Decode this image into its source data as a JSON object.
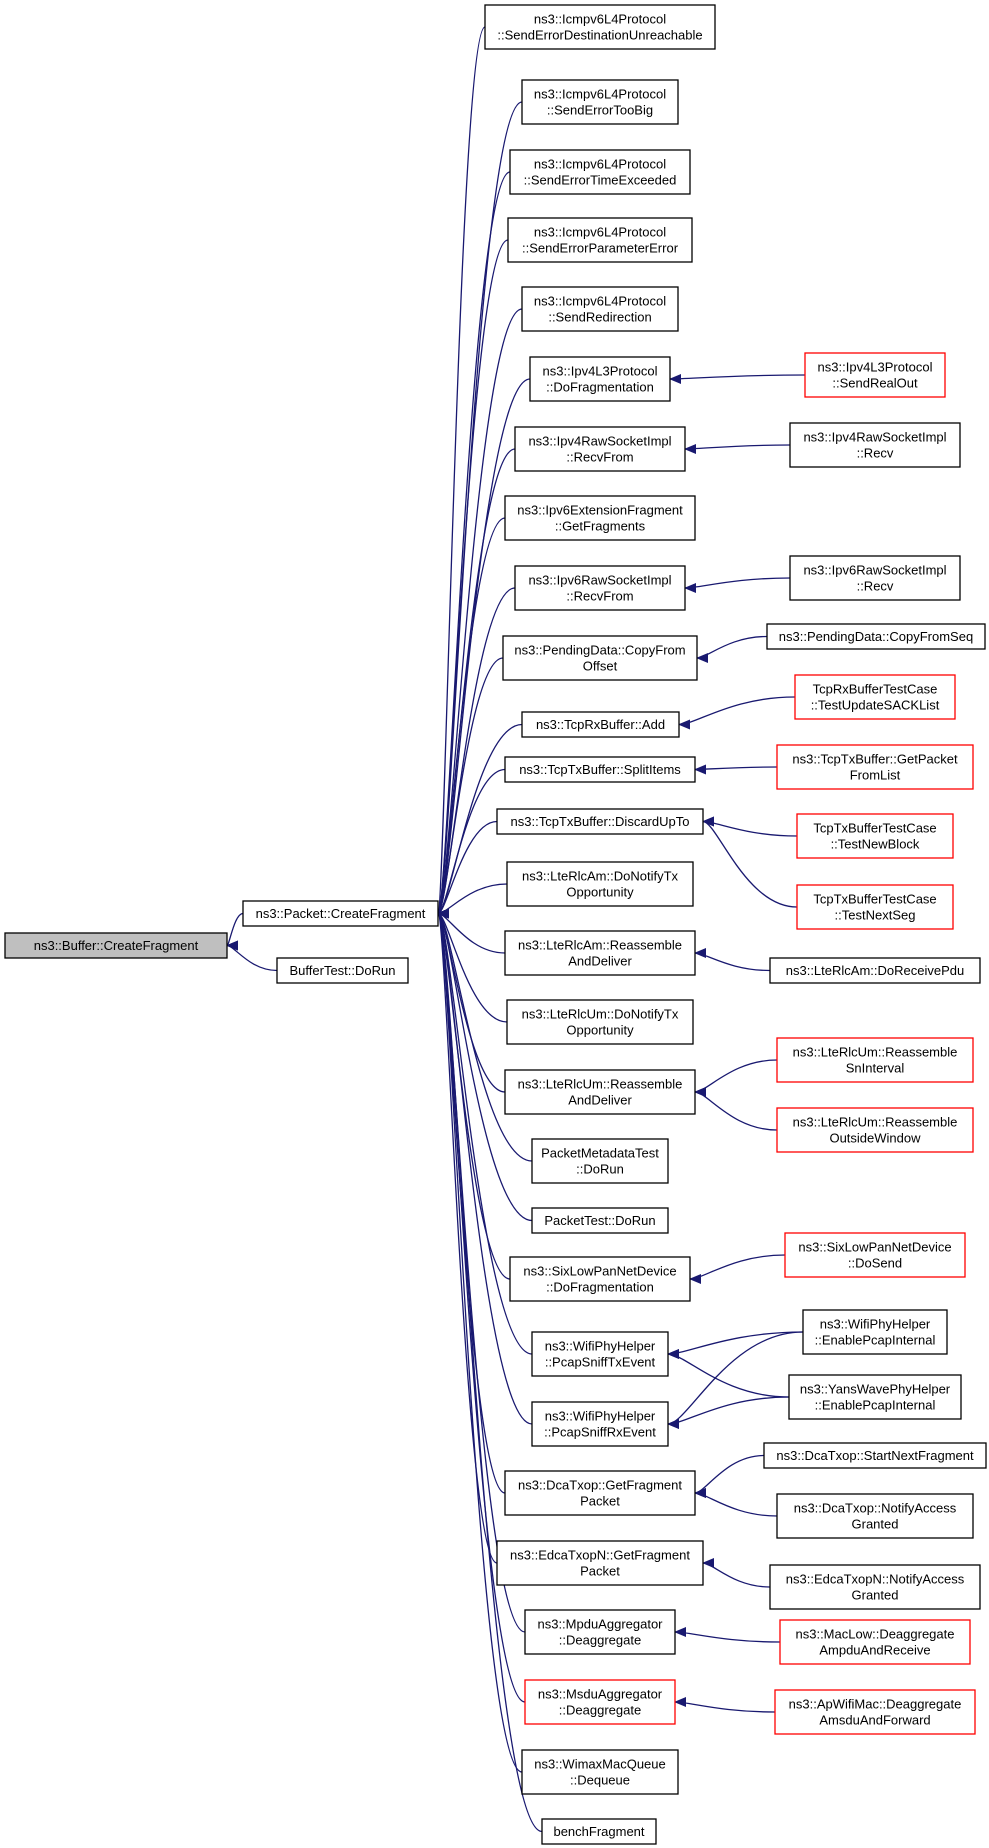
{
  "colors": {
    "edge": "#191970",
    "border": "#000000",
    "truncated": "#ff0000",
    "root_fill": "#bfbfbf"
  },
  "nodes": [
    {
      "id": "root",
      "lines": [
        "ns3::Buffer::CreateFragment"
      ],
      "style": "gray"
    },
    {
      "id": "pcf",
      "lines": [
        "ns3::Packet::CreateFragment"
      ],
      "style": "normal"
    },
    {
      "id": "btd",
      "lines": [
        "BufferTest::DoRun"
      ],
      "style": "normal"
    },
    {
      "id": "n1",
      "lines": [
        "ns3::Icmpv6L4Protocol",
        "::SendErrorDestinationUnreachable"
      ],
      "style": "normal"
    },
    {
      "id": "n2",
      "lines": [
        "ns3::Icmpv6L4Protocol",
        "::SendErrorTooBig"
      ],
      "style": "normal"
    },
    {
      "id": "n3",
      "lines": [
        "ns3::Icmpv6L4Protocol",
        "::SendErrorTimeExceeded"
      ],
      "style": "normal"
    },
    {
      "id": "n4",
      "lines": [
        "ns3::Icmpv6L4Protocol",
        "::SendErrorParameterError"
      ],
      "style": "normal"
    },
    {
      "id": "n5",
      "lines": [
        "ns3::Icmpv6L4Protocol",
        "::SendRedirection"
      ],
      "style": "normal"
    },
    {
      "id": "n6",
      "lines": [
        "ns3::Ipv4L3Protocol",
        "::DoFragmentation"
      ],
      "style": "normal"
    },
    {
      "id": "n7",
      "lines": [
        "ns3::Ipv4RawSocketImpl",
        "::RecvFrom"
      ],
      "style": "normal"
    },
    {
      "id": "n8",
      "lines": [
        "ns3::Ipv6ExtensionFragment",
        "::GetFragments"
      ],
      "style": "normal"
    },
    {
      "id": "n9",
      "lines": [
        "ns3::Ipv6RawSocketImpl",
        "::RecvFrom"
      ],
      "style": "normal"
    },
    {
      "id": "n10",
      "lines": [
        "ns3::PendingData::CopyFrom",
        "Offset"
      ],
      "style": "normal"
    },
    {
      "id": "n11",
      "lines": [
        "ns3::TcpRxBuffer::Add"
      ],
      "style": "normal"
    },
    {
      "id": "n12",
      "lines": [
        "ns3::TcpTxBuffer::SplitItems"
      ],
      "style": "normal"
    },
    {
      "id": "n13",
      "lines": [
        "ns3::TcpTxBuffer::DiscardUpTo"
      ],
      "style": "normal"
    },
    {
      "id": "n14",
      "lines": [
        "ns3::LteRlcAm::DoNotifyTx",
        "Opportunity"
      ],
      "style": "normal"
    },
    {
      "id": "n15",
      "lines": [
        "ns3::LteRlcAm::Reassemble",
        "AndDeliver"
      ],
      "style": "normal"
    },
    {
      "id": "n16",
      "lines": [
        "ns3::LteRlcUm::DoNotifyTx",
        "Opportunity"
      ],
      "style": "normal"
    },
    {
      "id": "n17",
      "lines": [
        "ns3::LteRlcUm::Reassemble",
        "AndDeliver"
      ],
      "style": "normal"
    },
    {
      "id": "n18",
      "lines": [
        "PacketMetadataTest",
        "::DoRun"
      ],
      "style": "normal"
    },
    {
      "id": "n19",
      "lines": [
        "PacketTest::DoRun"
      ],
      "style": "normal"
    },
    {
      "id": "n20",
      "lines": [
        "ns3::SixLowPanNetDevice",
        "::DoFragmentation"
      ],
      "style": "normal"
    },
    {
      "id": "n21",
      "lines": [
        "ns3::WifiPhyHelper",
        "::PcapSniffTxEvent"
      ],
      "style": "normal"
    },
    {
      "id": "n22",
      "lines": [
        "ns3::WifiPhyHelper",
        "::PcapSniffRxEvent"
      ],
      "style": "normal"
    },
    {
      "id": "n23",
      "lines": [
        "ns3::DcaTxop::GetFragment",
        "Packet"
      ],
      "style": "normal"
    },
    {
      "id": "n24",
      "lines": [
        "ns3::EdcaTxopN::GetFragment",
        "Packet"
      ],
      "style": "normal"
    },
    {
      "id": "n25",
      "lines": [
        "ns3::MpduAggregator",
        "::Deaggregate"
      ],
      "style": "normal"
    },
    {
      "id": "n26",
      "lines": [
        "ns3::MsduAggregator",
        "::Deaggregate"
      ],
      "style": "red"
    },
    {
      "id": "n27",
      "lines": [
        "ns3::WimaxMacQueue",
        "::Dequeue"
      ],
      "style": "normal"
    },
    {
      "id": "n28",
      "lines": [
        "benchFragment"
      ],
      "style": "normal"
    },
    {
      "id": "r1",
      "lines": [
        "ns3::Ipv4L3Protocol",
        "::SendRealOut"
      ],
      "style": "red"
    },
    {
      "id": "r2",
      "lines": [
        "ns3::Ipv4RawSocketImpl",
        "::Recv"
      ],
      "style": "normal"
    },
    {
      "id": "r3",
      "lines": [
        "ns3::Ipv6RawSocketImpl",
        "::Recv"
      ],
      "style": "normal"
    },
    {
      "id": "r4",
      "lines": [
        "ns3::PendingData::CopyFromSeq"
      ],
      "style": "normal"
    },
    {
      "id": "r5",
      "lines": [
        "TcpRxBufferTestCase",
        "::TestUpdateSACKList"
      ],
      "style": "red"
    },
    {
      "id": "r6",
      "lines": [
        "ns3::TcpTxBuffer::GetPacket",
        "FromList"
      ],
      "style": "red"
    },
    {
      "id": "r7",
      "lines": [
        "TcpTxBufferTestCase",
        "::TestNewBlock"
      ],
      "style": "red"
    },
    {
      "id": "r8",
      "lines": [
        "TcpTxBufferTestCase",
        "::TestNextSeg"
      ],
      "style": "red"
    },
    {
      "id": "r9",
      "lines": [
        "ns3::LteRlcAm::DoReceivePdu"
      ],
      "style": "normal"
    },
    {
      "id": "r10",
      "lines": [
        "ns3::LteRlcUm::Reassemble",
        "SnInterval"
      ],
      "style": "red"
    },
    {
      "id": "r11",
      "lines": [
        "ns3::LteRlcUm::Reassemble",
        "OutsideWindow"
      ],
      "style": "red"
    },
    {
      "id": "r12",
      "lines": [
        "ns3::SixLowPanNetDevice",
        "::DoSend"
      ],
      "style": "red"
    },
    {
      "id": "r13",
      "lines": [
        "ns3::WifiPhyHelper",
        "::EnablePcapInternal"
      ],
      "style": "normal"
    },
    {
      "id": "r14",
      "lines": [
        "ns3::YansWavePhyHelper",
        "::EnablePcapInternal"
      ],
      "style": "normal"
    },
    {
      "id": "r15",
      "lines": [
        "ns3::DcaTxop::StartNextFragment"
      ],
      "style": "normal"
    },
    {
      "id": "r16",
      "lines": [
        "ns3::DcaTxop::NotifyAccess",
        "Granted"
      ],
      "style": "normal"
    },
    {
      "id": "r17",
      "lines": [
        "ns3::EdcaTxopN::NotifyAccess",
        "Granted"
      ],
      "style": "normal"
    },
    {
      "id": "r18",
      "lines": [
        "ns3::MacLow::Deaggregate",
        "AmpduAndReceive"
      ],
      "style": "red"
    },
    {
      "id": "r19",
      "lines": [
        "ns3::ApWifiMac::Deaggregate",
        "AmsduAndForward"
      ],
      "style": "red"
    }
  ],
  "edges": [
    [
      "pcf",
      "root"
    ],
    [
      "btd",
      "root"
    ],
    [
      "n1",
      "pcf"
    ],
    [
      "n2",
      "pcf"
    ],
    [
      "n3",
      "pcf"
    ],
    [
      "n4",
      "pcf"
    ],
    [
      "n5",
      "pcf"
    ],
    [
      "n6",
      "pcf"
    ],
    [
      "n7",
      "pcf"
    ],
    [
      "n8",
      "pcf"
    ],
    [
      "n9",
      "pcf"
    ],
    [
      "n10",
      "pcf"
    ],
    [
      "n11",
      "pcf"
    ],
    [
      "n12",
      "pcf"
    ],
    [
      "n13",
      "pcf"
    ],
    [
      "n14",
      "pcf"
    ],
    [
      "n15",
      "pcf"
    ],
    [
      "n16",
      "pcf"
    ],
    [
      "n17",
      "pcf"
    ],
    [
      "n18",
      "pcf"
    ],
    [
      "n19",
      "pcf"
    ],
    [
      "n20",
      "pcf"
    ],
    [
      "n21",
      "pcf"
    ],
    [
      "n22",
      "pcf"
    ],
    [
      "n23",
      "pcf"
    ],
    [
      "n24",
      "pcf"
    ],
    [
      "n25",
      "pcf"
    ],
    [
      "n26",
      "pcf"
    ],
    [
      "n27",
      "pcf"
    ],
    [
      "n28",
      "pcf"
    ],
    [
      "r1",
      "n6"
    ],
    [
      "r2",
      "n7"
    ],
    [
      "r3",
      "n9"
    ],
    [
      "r4",
      "n10"
    ],
    [
      "r5",
      "n11"
    ],
    [
      "r6",
      "n12"
    ],
    [
      "r7",
      "n13"
    ],
    [
      "r8",
      "n13"
    ],
    [
      "r9",
      "n15"
    ],
    [
      "r10",
      "n17"
    ],
    [
      "r11",
      "n17"
    ],
    [
      "r12",
      "n20"
    ],
    [
      "r13",
      "n21"
    ],
    [
      "r14",
      "n21"
    ],
    [
      "r13",
      "n22"
    ],
    [
      "r14",
      "n22"
    ],
    [
      "r15",
      "n23"
    ],
    [
      "r16",
      "n23"
    ],
    [
      "r17",
      "n24"
    ],
    [
      "r18",
      "n25"
    ],
    [
      "r19",
      "n26"
    ]
  ]
}
